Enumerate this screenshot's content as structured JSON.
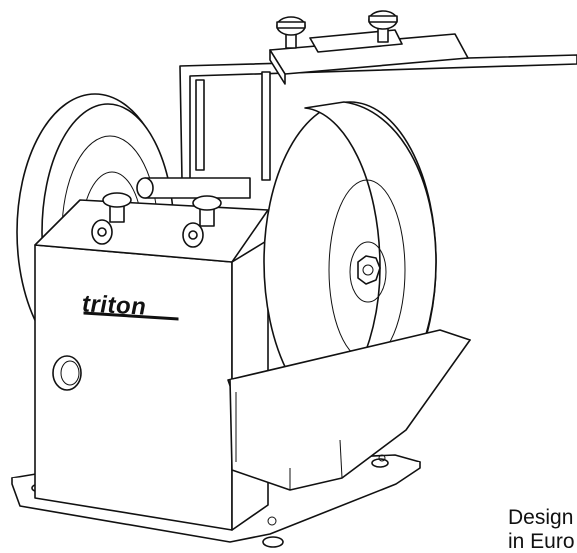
{
  "illustration": {
    "subject": "wet stone sharpener",
    "brand_logo": "triton",
    "line_color": "#111111",
    "background": "#ffffff"
  },
  "caption": {
    "line1": "Design",
    "line2": "in Euro"
  }
}
